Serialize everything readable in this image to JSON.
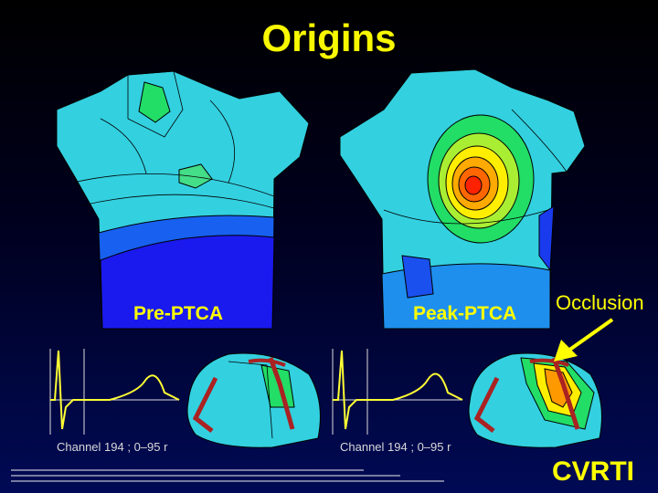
{
  "title": "Origins",
  "panels": {
    "left_label": "Pre-PTCA",
    "right_label": "Peak-PTCA"
  },
  "annotation": "Occlusion",
  "channels": {
    "left": "Channel 194 ; 0–95 r",
    "right": "Channel 194 ; 0–95 r"
  },
  "logo_text": "CVRTI",
  "colors": {
    "title": "#ffff00",
    "background_top": "#000000",
    "background_bottom": "#000a55",
    "map_low": "#1a1aff",
    "map_mid": "#33ccdd",
    "map_high": "#ff2200",
    "trace": "#ffff33"
  }
}
